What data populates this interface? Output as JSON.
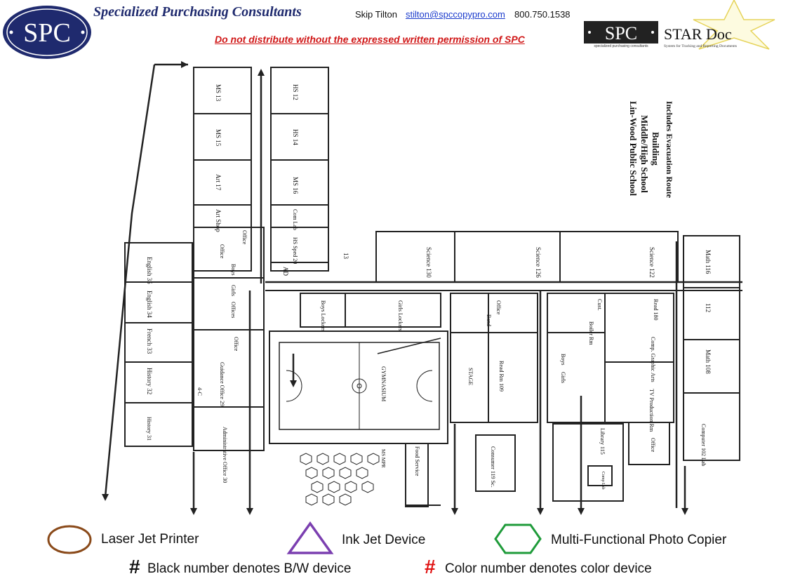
{
  "header": {
    "logo_text": "SPC",
    "company_name": "Specialized Purchasing Consultants",
    "contact_name": "Skip Tilton",
    "contact_email": "stilton@spccopypro.com",
    "contact_phone": "800.750.1538",
    "warning": "Do not distribute without the expressed written permission of SPC",
    "star_doc": {
      "logo_text": "SPC",
      "title": "STAR Doc",
      "tagline": "specialized purchasing consultants",
      "subtitle": "System for Tracking and Reporting Documents"
    }
  },
  "plan": {
    "title_lines": [
      "Lin-Wood Public School",
      "Middle/High School",
      "Building",
      "Includes Evacuation Route"
    ],
    "rooms": {
      "ms13": "MS 13",
      "ms15": "MS 15",
      "art17": "Art 17",
      "artshop": "Art Shop",
      "office_top": "Office",
      "office_left": "Office",
      "hs12": "HS 12",
      "hs14": "HS 14",
      "ms16": "MS 16",
      "comlab": "Com Lab",
      "hsspeed20": "HS Sped 20",
      "ad": "AD",
      "r13": "13",
      "sci130": "Science 130",
      "sci126": "Science 126",
      "sci122": "Science 122",
      "math116": "Math 116",
      "r112": "112",
      "math108": "Math 108",
      "comp102": "Computer 102 Lab",
      "eng35": "English 35",
      "eng34": "English 34",
      "french33": "French 33",
      "hist32": "History 32",
      "hist31": "History 31",
      "boys": "Boys",
      "girls": "Girls",
      "offices": "Offices",
      "office_mid": "Office",
      "guidance": "Guidance Office 29",
      "r4c": "4-C",
      "admin": "Administrative Office 30",
      "boys_lockers": "Boys Lockers",
      "girls_lockers": "Girls Lockers",
      "gym": "GYMNASIUM",
      "office_stage": "Office",
      "band": "Band",
      "stage": "STAGE",
      "readrm109": "Read Rm 109",
      "cust": "Cust.",
      "boiler": "Boiler Rm",
      "boys2": "Boys",
      "girls2": "Girls",
      "read180": "Read 180",
      "compgraphic": "Comp. Graphic Arts",
      "tvprod": "TV Production Rm",
      "library": "Library 115",
      "office_lib": "Office",
      "complab": "Comp Lab",
      "consumer": "Consumer 119 Sc.",
      "food": "Food Service",
      "mpr": "MS MPR"
    }
  },
  "legend": {
    "laser": "Laser Jet Printer",
    "ink": "Ink Jet Device",
    "mfp": "Multi-Functional Photo Copier",
    "bw": "Black number denotes B/W device",
    "color": "Color number denotes color device",
    "hash": "#"
  },
  "colors": {
    "brand_navy": "#1f2a6e",
    "warning_red": "#d01818",
    "laser_brown": "#8a4a1a",
    "ink_purple": "#7b3fb0",
    "mfp_green": "#1f9b3a",
    "color_hash_red": "#e01010"
  }
}
